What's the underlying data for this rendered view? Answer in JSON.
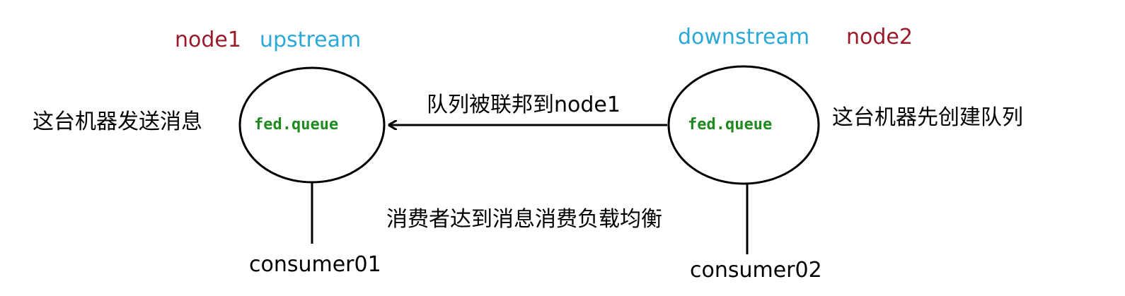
{
  "left_node": {
    "name": "node1",
    "role": "upstream",
    "queue": "fed.queue",
    "note": "这台机器发送消息",
    "consumer": "consumer01"
  },
  "right_node": {
    "name": "node2",
    "role": "downstream",
    "queue": "fed.queue",
    "note": "这台机器先创建队列",
    "consumer": "consumer02"
  },
  "link_label": "队列被联邦到node1",
  "balance_label": "消费者达到消息消费负载均衡",
  "colors": {
    "node_name": "#9b1a2a",
    "role": "#2aa8d8",
    "queue": "#1f8a1f",
    "line": "#000000"
  }
}
